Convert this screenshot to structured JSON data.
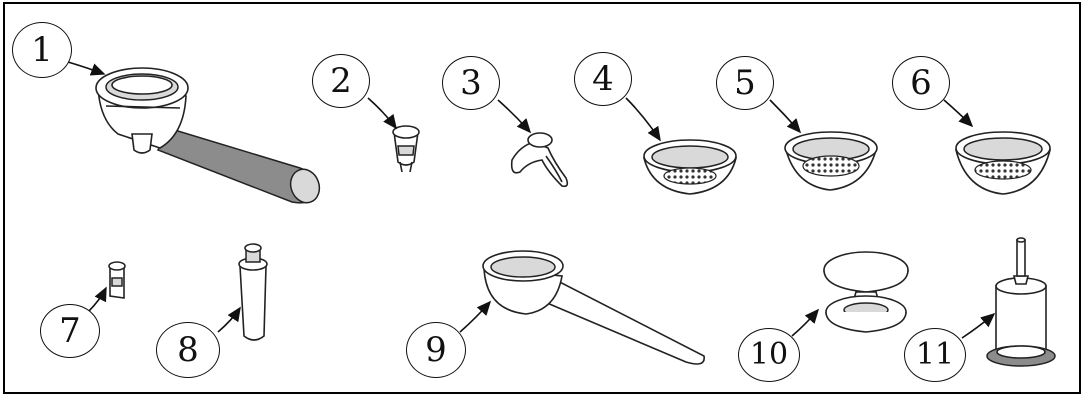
{
  "callouts": [
    "1",
    "2",
    "3",
    "4",
    "5",
    "6",
    "7",
    "8",
    "9",
    "10",
    "11"
  ],
  "colors": {
    "line": "#222222",
    "background": "#ffffff",
    "handle": "#8c8c8c",
    "shade": "#d9d9d9"
  }
}
